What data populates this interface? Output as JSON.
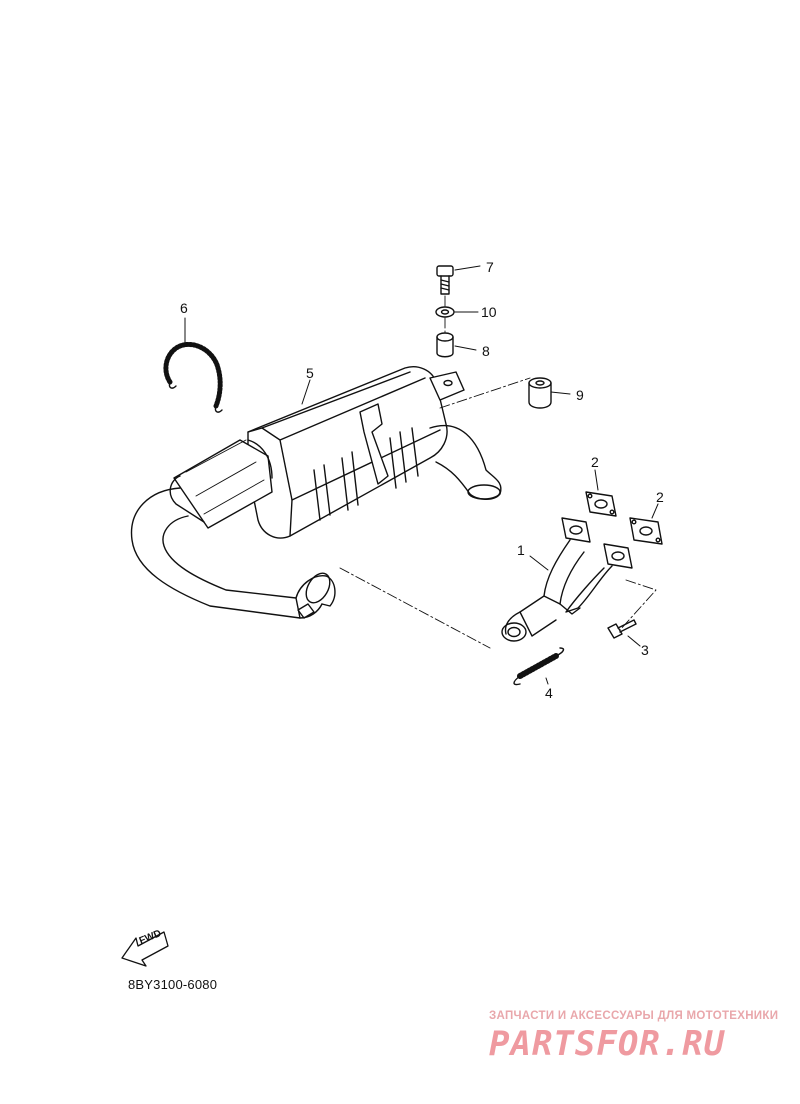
{
  "diagram": {
    "callouts": {
      "c1": "1",
      "c2a": "2",
      "c2b": "2",
      "c3": "3",
      "c4": "4",
      "c5": "5",
      "c6": "6",
      "c7": "7",
      "c8": "8",
      "c9": "9",
      "c10": "10"
    },
    "direction_badge": "FWD",
    "diagram_code": "8BY3100-6080"
  },
  "watermark": {
    "tagline": "ЗАПЧАСТИ И АКСЕССУАРЫ ДЛЯ МОТОТЕХНИКИ",
    "logo": "PARTSFOR.RU"
  }
}
